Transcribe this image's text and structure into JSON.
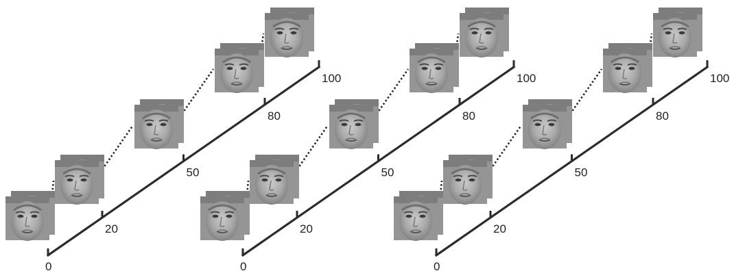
{
  "panels": [
    {
      "name": "continuum-1",
      "ticks": [
        "0",
        "20",
        "50",
        "80",
        "100"
      ]
    },
    {
      "name": "continuum-2",
      "ticks": [
        "0",
        "20",
        "50",
        "80",
        "100"
      ]
    },
    {
      "name": "continuum-3",
      "ticks": [
        "0",
        "20",
        "50",
        "80",
        "100"
      ]
    }
  ],
  "tick_positions": [
    0,
    20,
    50,
    80,
    100
  ],
  "colors": {
    "line": "#2b2b2b",
    "face_gray": "#8f8f8f",
    "background": "#ffffff"
  }
}
